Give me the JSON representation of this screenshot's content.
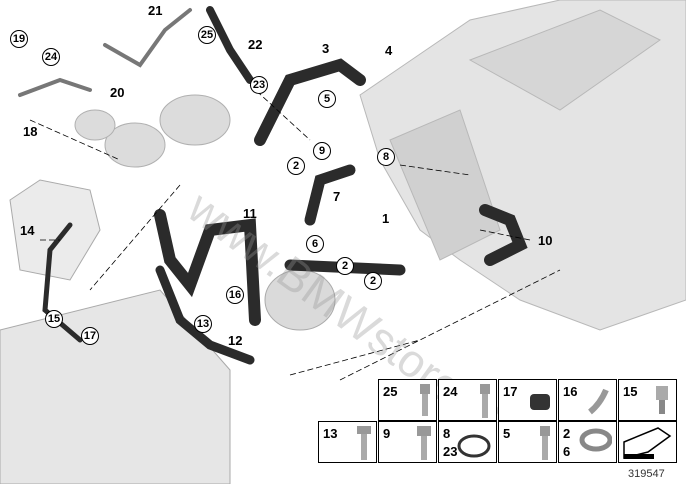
{
  "diagram": {
    "watermark": "www.BMWstore.pl",
    "image_number": "319547",
    "callouts_plain": {
      "c21": "21",
      "c22": "22",
      "c3": "3",
      "c4": "4",
      "c20": "20",
      "c18": "18",
      "c7": "7",
      "c1": "1",
      "c10": "10",
      "c11": "11",
      "c14": "14",
      "c12": "12"
    },
    "callouts_circled": {
      "c19": "19",
      "c24": "24",
      "c25": "25",
      "c23": "23",
      "c5": "5",
      "c2a": "2",
      "c9": "9",
      "c8": "8",
      "c6": "6",
      "c2b": "2",
      "c2c": "2",
      "c16": "16",
      "c15": "15",
      "c17": "17",
      "c13": "13"
    },
    "parts_grid": {
      "row1": [
        "25",
        "24",
        "17",
        "16",
        "15"
      ],
      "row2": [
        {
          "top": "13"
        },
        {
          "top": "9"
        },
        {
          "top": "8",
          "bottom": "23"
        },
        {
          "top": "5"
        },
        {
          "top": "2",
          "bottom": "6"
        }
      ]
    }
  },
  "colors": {
    "hose": "#2b2b2b",
    "engine": "#e2e2e2"
  }
}
